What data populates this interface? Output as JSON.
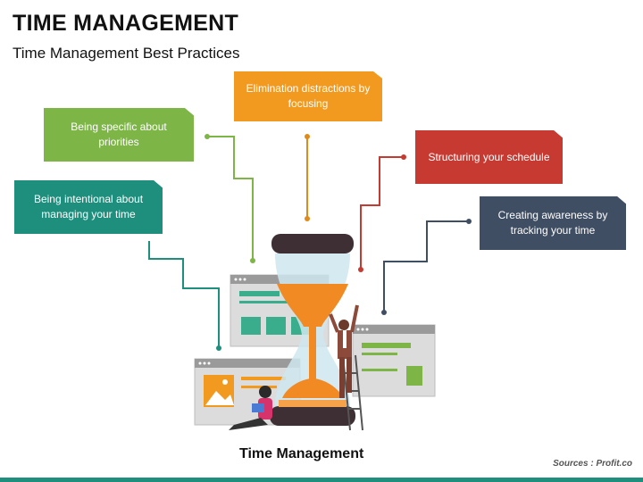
{
  "header": {
    "title": "TIME MANAGEMENT",
    "subtitle": "Time Management Best Practices"
  },
  "practices": [
    {
      "id": "intentional",
      "label": "Being intentional about managing your time",
      "color": "#1e8f7d"
    },
    {
      "id": "specific",
      "label": "Being specific about priorities",
      "color": "#7db546"
    },
    {
      "id": "elimination",
      "label": "Elimination distractions by focusing",
      "color": "#f29a1f"
    },
    {
      "id": "structuring",
      "label": "Structuring your schedule",
      "color": "#c63a32"
    },
    {
      "id": "awareness",
      "label": "Creating awareness by tracking your time",
      "color": "#3f4e63"
    }
  ],
  "illustration": {
    "caption": "Time Management",
    "icons": [
      "hourglass-icon",
      "browser-window-icon",
      "person-reading-icon",
      "person-ladder-icon"
    ]
  },
  "footer": {
    "source": "Sources : Profit.co",
    "bar_color": "#1e8f7d"
  }
}
